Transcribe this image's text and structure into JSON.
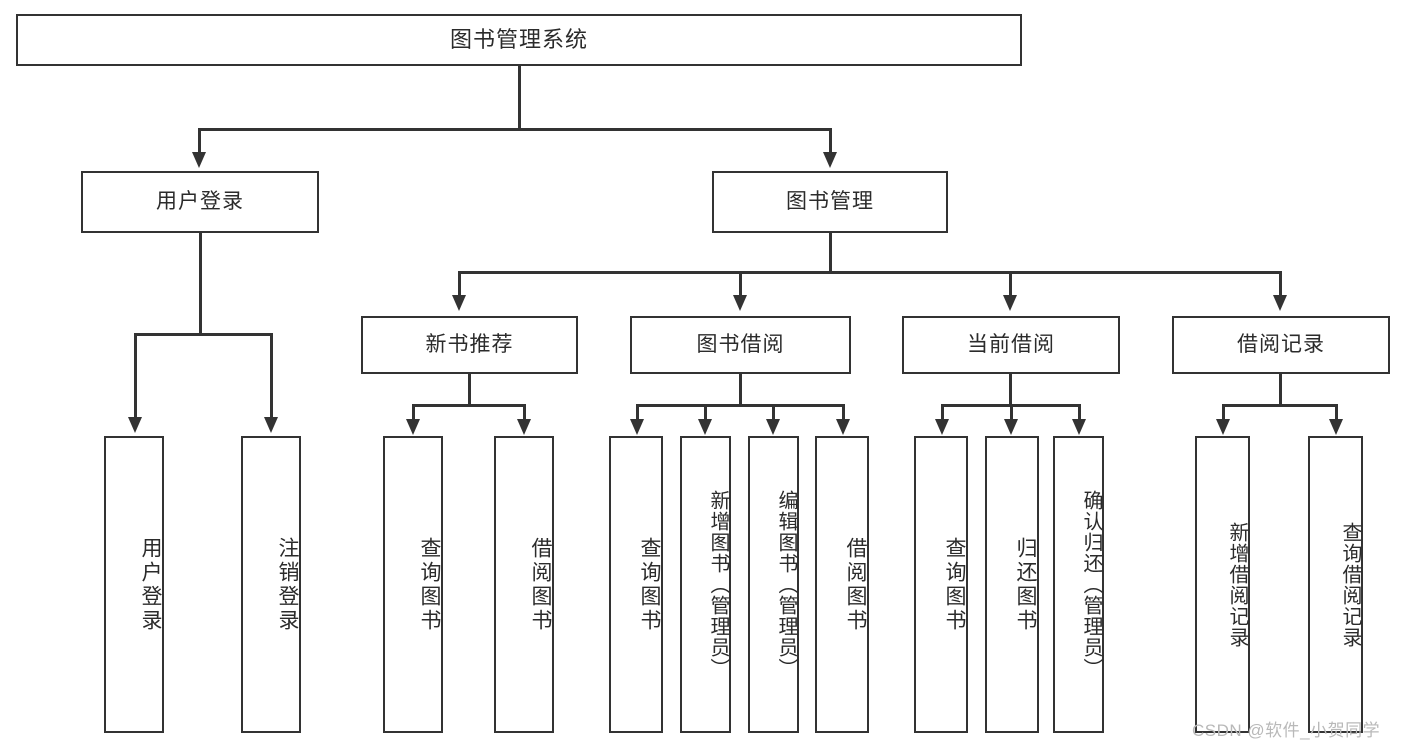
{
  "diagram": {
    "title": "图书管理系统",
    "type": "tree-hierarchy-diagram",
    "colors": {
      "stroke": "#333333",
      "text": "#2b2b2b",
      "background": "#ffffff",
      "watermark": "#b9b9b9"
    },
    "root": {
      "label": "图书管理系统"
    },
    "level2": [
      {
        "label": "用户登录"
      },
      {
        "label": "图书管理"
      }
    ],
    "level3": [
      {
        "label": "新书推荐"
      },
      {
        "label": "图书借阅"
      },
      {
        "label": "当前借阅"
      },
      {
        "label": "借阅记录"
      }
    ],
    "leaves": {
      "user_login": [
        {
          "label": "用户登录"
        },
        {
          "label": "注销登录"
        }
      ],
      "new_book_recommend": [
        {
          "label": "查询图书"
        },
        {
          "label": "借阅图书"
        }
      ],
      "book_borrow": [
        {
          "label": "查询图书"
        },
        {
          "label": "新增图书（管理员）"
        },
        {
          "label": "编辑图书（管理员）"
        },
        {
          "label": "借阅图书"
        }
      ],
      "current_borrow": [
        {
          "label": "查询图书"
        },
        {
          "label": "归还图书"
        },
        {
          "label": "确认归还（管理员）"
        }
      ],
      "borrow_record": [
        {
          "label": "新增借阅记录"
        },
        {
          "label": "查询借阅记录"
        }
      ]
    }
  },
  "watermark": {
    "text": "CSDN @软件_小贺同学"
  }
}
